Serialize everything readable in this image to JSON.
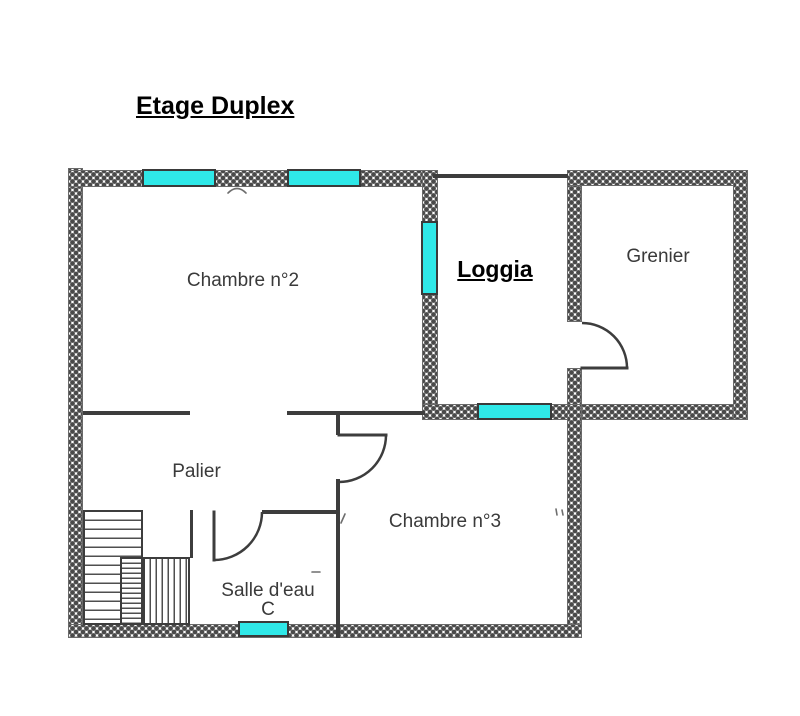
{
  "title": "Etage Duplex",
  "rooms": {
    "chambre2": {
      "label": "Chambre n°2"
    },
    "loggia": {
      "label": "Loggia"
    },
    "grenier": {
      "label": "Grenier"
    },
    "palier": {
      "label": "Palier"
    },
    "chambre3": {
      "label": "Chambre n°3"
    },
    "salle_eau": {
      "label": "Salle d'eau",
      "sublabel": "C"
    }
  },
  "colors": {
    "background": "#ffffff",
    "window_fill": "#2fe8e8",
    "window_border": "#3a3a3a",
    "wall_pattern": "#4a4a4a",
    "line": "#3d3d3d"
  }
}
